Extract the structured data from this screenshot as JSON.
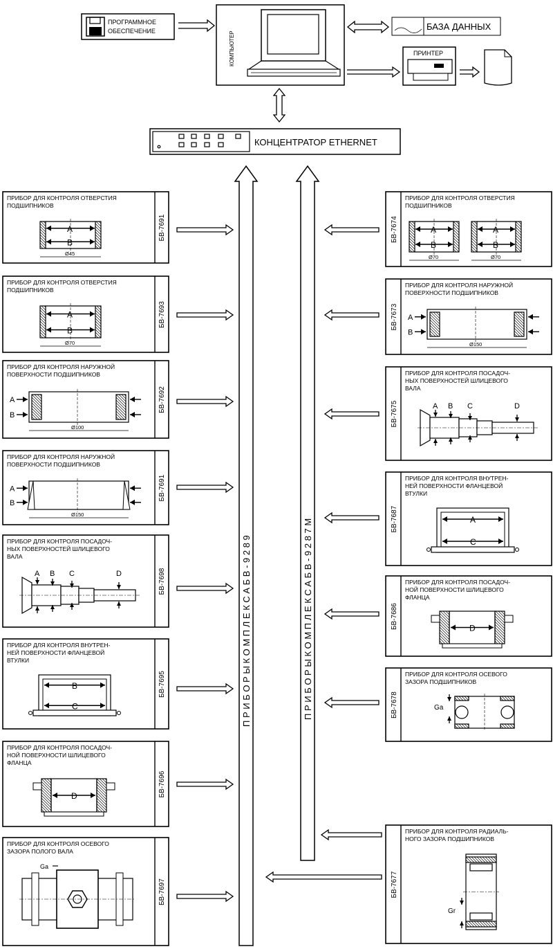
{
  "top": {
    "software": [
      "ПРОГРАММНОЕ",
      "ОБЕСПЕЧЕНИЕ"
    ],
    "computer": "КОМПЬЮТЕР",
    "database": "БАЗА ДАННЫХ",
    "printer": "ПРИНТЕР",
    "hub": "КОНЦЕНТРАТОР ETHERNET"
  },
  "buses": {
    "left": "П Р И Б О Р Ы   К О М П Л Е К С А   Б В - 9 2 8 9",
    "right": "П Р И Б О Р Ы   К О М П Л Е К С А   Б В - 9 2 8 7 М"
  },
  "left_devices": [
    {
      "code": "БВ-7691",
      "title": [
        "ПРИБОР ДЛЯ КОНТРОЛЯ ОТВЕРСТИЯ",
        "ПОДШИПНИКОВ"
      ],
      "labels": [
        "A",
        "B"
      ],
      "dim": "Ø45"
    },
    {
      "code": "БВ-7693",
      "title": [
        "ПРИБОР ДЛЯ КОНТРОЛЯ ОТВЕРСТИЯ",
        "ПОДШИПНИКОВ"
      ],
      "labels": [
        "A",
        "B"
      ],
      "dim": "Ø70"
    },
    {
      "code": "БВ-7692",
      "title": [
        "ПРИБОР ДЛЯ КОНТРОЛЯ НАРУЖНОЙ",
        "ПОВЕРХНОСТИ ПОДШИПНИКОВ"
      ],
      "labels": [
        "A",
        "B"
      ],
      "dim": "Ø100"
    },
    {
      "code": "БВ-7691",
      "title": [
        "ПРИБОР ДЛЯ КОНТРОЛЯ НАРУЖНОЙ",
        "ПОВЕРХНОСТИ ПОДШИПНИКОВ"
      ],
      "labels": [
        "A",
        "B"
      ],
      "dim": "Ø150"
    },
    {
      "code": "БВ-7698",
      "title": [
        "ПРИБОР ДЛЯ КОНТРОЛЯ ПОСАДОЧ-",
        "НЫХ ПОВЕРХНОСТЕЙ ШЛИЦЕВОГО",
        "ВАЛА"
      ],
      "labels": [
        "A",
        "B",
        "C",
        "D"
      ],
      "dim": ""
    },
    {
      "code": "БВ-7695",
      "title": [
        "ПРИБОР ДЛЯ КОНТРОЛЯ ВНУТРЕН-",
        "НЕЙ ПОВЕРХНОСТИ ФЛАНЦЕВОЙ",
        "ВТУЛКИ"
      ],
      "labels": [
        "B",
        "C"
      ],
      "dim": ""
    },
    {
      "code": "БВ-7696",
      "title": [
        "ПРИБОР ДЛЯ КОНТРОЛЯ ПОСАДОЧ-",
        "НОЙ ПОВЕРХНОСТИ ШЛИЦЕВОГО",
        "ФЛАНЦА"
      ],
      "labels": [
        "D"
      ],
      "dim": ""
    },
    {
      "code": "БВ-7697",
      "title": [
        "ПРИБОР ДЛЯ КОНТРОЛЯ ОСЕВОГО",
        "ЗАЗОРА ПОЛОГО ВАЛА"
      ],
      "labels": [
        "Ga"
      ],
      "dim": ""
    }
  ],
  "right_devices": [
    {
      "code": "БВ-7674",
      "title": [
        "ПРИБОР ДЛЯ КОНТРОЛЯ ОТВЕРСТИЯ",
        "ПОДШИПНИКОВ"
      ],
      "labels": [
        "A",
        "B"
      ],
      "dim": "Ø70"
    },
    {
      "code": "БВ-7673",
      "title": [
        "ПРИБОР ДЛЯ КОНТРОЛЯ НАРУЖНОЙ",
        "ПОВЕРХНОСТИ ПОДШИПНИКОВ"
      ],
      "labels": [
        "A",
        "B"
      ],
      "dim": "Ø150"
    },
    {
      "code": "БВ-7675",
      "title": [
        "ПРИБОР ДЛЯ КОНТРОЛЯ ПОСАДОЧ-",
        "НЫХ ПОВЕРХНОСТЕЙ ШЛИЦЕВОГО",
        "ВАЛА"
      ],
      "labels": [
        "A",
        "B",
        "C",
        "D"
      ],
      "dim": ""
    },
    {
      "code": "БВ-7687",
      "title": [
        "ПРИБОР ДЛЯ КОНТРОЛЯ ВНУТРЕН-",
        "НЕЙ ПОВЕРХНОСТИ ФЛАНЦЕВОЙ",
        "ВТУЛКИ"
      ],
      "labels": [
        "A",
        "C"
      ],
      "dim": ""
    },
    {
      "code": "БВ-7686",
      "title": [
        "ПРИБОР ДЛЯ КОНТРОЛЯ ПОСАДОЧ-",
        "НОЙ ПОВЕРХНОСТИ ШЛИЦЕВОГО",
        "ФЛАНЦА"
      ],
      "labels": [
        "D"
      ],
      "dim": ""
    },
    {
      "code": "БВ-7678",
      "title": [
        "ПРИБОР ДЛЯ КОНТРОЛЯ ОСЕВОГО",
        "ЗАЗОРА ПОДШИПНИКОВ"
      ],
      "labels": [
        "Ga"
      ],
      "dim": ""
    },
    {
      "code": "БВ-7677",
      "title": [
        "ПРИБОР ДЛЯ КОНТРОЛЯ РАДИАЛЬ-",
        "НОГО ЗАЗОРА ПОДШИПНИКОВ"
      ],
      "labels": [
        "Gr"
      ],
      "dim": ""
    }
  ]
}
